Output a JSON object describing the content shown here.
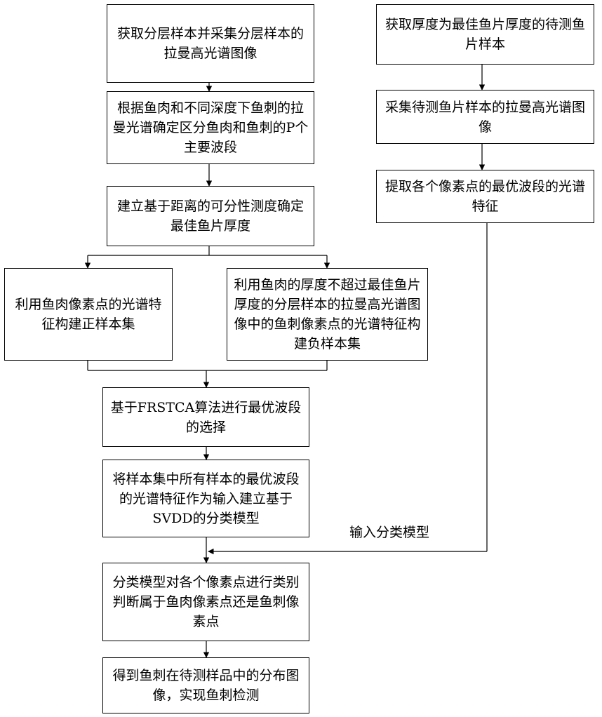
{
  "flowchart": {
    "left": {
      "step1": "获取分层样本并采集分层样本的拉曼高光谱图像",
      "step2": "根据鱼肉和不同深度下鱼刺的拉曼光谱确定区分鱼肉和鱼刺的P个主要波段",
      "step3": "建立基于距离的可分性测度确定最佳鱼片厚度",
      "positive_set": "利用鱼肉像素点的光谱特征构建正样本集",
      "negative_set": "利用鱼肉的厚度不超过最佳鱼片厚度的分层样本的拉曼高光谱图像中的鱼刺像素点的光谱特征构建负样本集",
      "step4": "基于FRSTCA算法进行最优波段的选择",
      "step5": "将样本集中所有样本的最优波段的光谱特征作为输入建立基于SVDD的分类模型",
      "step6": "分类模型对各个像素点进行类别判断属于鱼肉像素点还是鱼刺像素点",
      "step7": "得到鱼刺在待测样品中的分布图像，实现鱼刺检测"
    },
    "right": {
      "step1": "获取厚度为最佳鱼片厚度的待测鱼片样本",
      "step2": "采集待测鱼片样本的拉曼高光谱图像",
      "step3": "提取各个像素点的最优波段的光谱特征"
    },
    "connector_label": "输入分类模型"
  }
}
